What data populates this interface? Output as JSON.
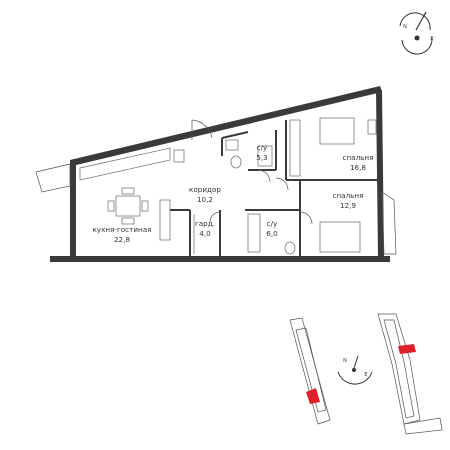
{
  "rooms": [
    {
      "id": "kitchen-living",
      "name": "кухня-гостиная",
      "area": "22,8"
    },
    {
      "id": "corridor",
      "name": "коридор",
      "area": "10,2"
    },
    {
      "id": "wardrobe",
      "name": "гард.",
      "area": "4,0"
    },
    {
      "id": "bathroom-1",
      "name": "с/у",
      "area": "5,3"
    },
    {
      "id": "bathroom-2",
      "name": "с/у",
      "area": "6,0"
    },
    {
      "id": "bedroom-1",
      "name": "спальня",
      "area": "16,8"
    },
    {
      "id": "bedroom-2",
      "name": "спальня",
      "area": "12,9"
    }
  ],
  "compass": {
    "letters": [
      "N",
      "E"
    ]
  },
  "mini_compass": {
    "letters": [
      "N",
      "E"
    ]
  },
  "colors": {
    "wall": "#3a3a3a",
    "highlight": "#e0202a",
    "line": "#555555"
  }
}
